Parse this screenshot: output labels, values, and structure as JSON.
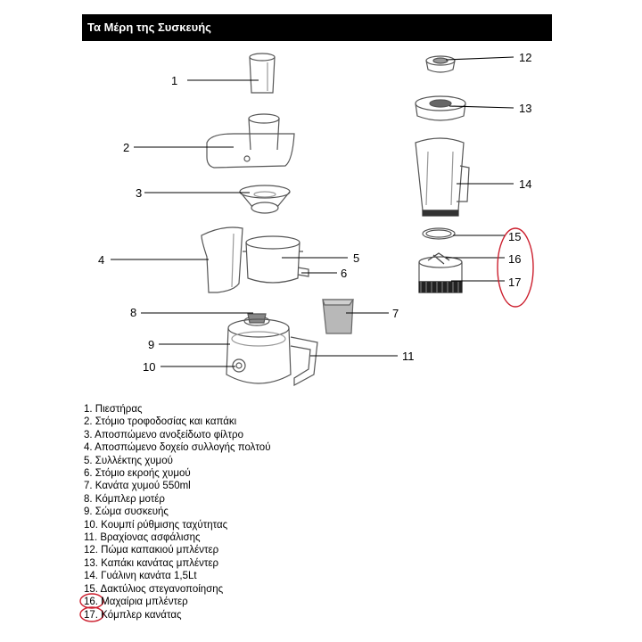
{
  "header": {
    "title": "Τα Μέρη της Συσκευής"
  },
  "callouts": {
    "c1": "1",
    "c2": "2",
    "c3": "3",
    "c4": "4",
    "c5": "5",
    "c6": "6",
    "c7": "7",
    "c8": "8",
    "c9": "9",
    "c10": "10",
    "c11": "11",
    "c12": "12",
    "c13": "13",
    "c14": "14",
    "c15": "15",
    "c16": "16",
    "c17": "17"
  },
  "parts": [
    "1. Πιεστήρας",
    "2. Στόμιο τροφοδοσίας και καπάκι",
    "3. Αποσπώμενο ανοξείδωτο φίλτρο",
    "4. Αποσπώμενο δοχείο συλλογής πολτού",
    "5. Συλλέκτης χυμού",
    "6. Στόμιο εκροής χυμού",
    "7. Κανάτα χυμού 550ml",
    "8. Κόμπλερ μοτέρ",
    "9. Σώμα συσκευής",
    "10. Κουμπί ρύθμισης ταχύτητας",
    "11. Βραχίονας ασφάλισης",
    "12. Πώμα καπακιού μπλέντερ",
    "13. Καπάκι κανάτας μπλέντερ",
    "14. Γυάλινη κανάτα 1,5Lt",
    "15. Δακτύλιος στεγανοποίησης",
    "16. Μαχαίρια μπλέντερ",
    "17. Κόμπλερ κανάτας"
  ],
  "colors": {
    "highlight": "#cc1f2e",
    "header_bg": "#000000",
    "header_text": "#ffffff"
  }
}
